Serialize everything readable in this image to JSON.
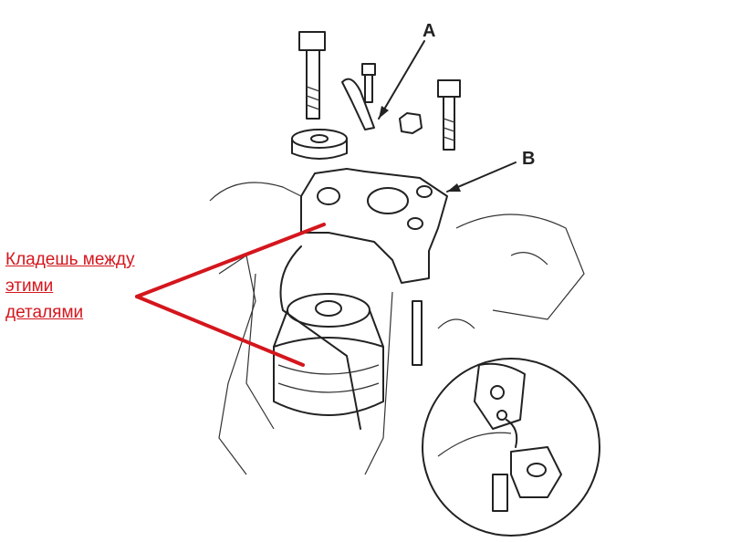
{
  "diagram": {
    "callouts": {
      "a": "A",
      "b": "B"
    },
    "annotation": {
      "lines": [
        "Кладешь между",
        "этими",
        "деталями"
      ],
      "color": "#d4161d"
    }
  }
}
